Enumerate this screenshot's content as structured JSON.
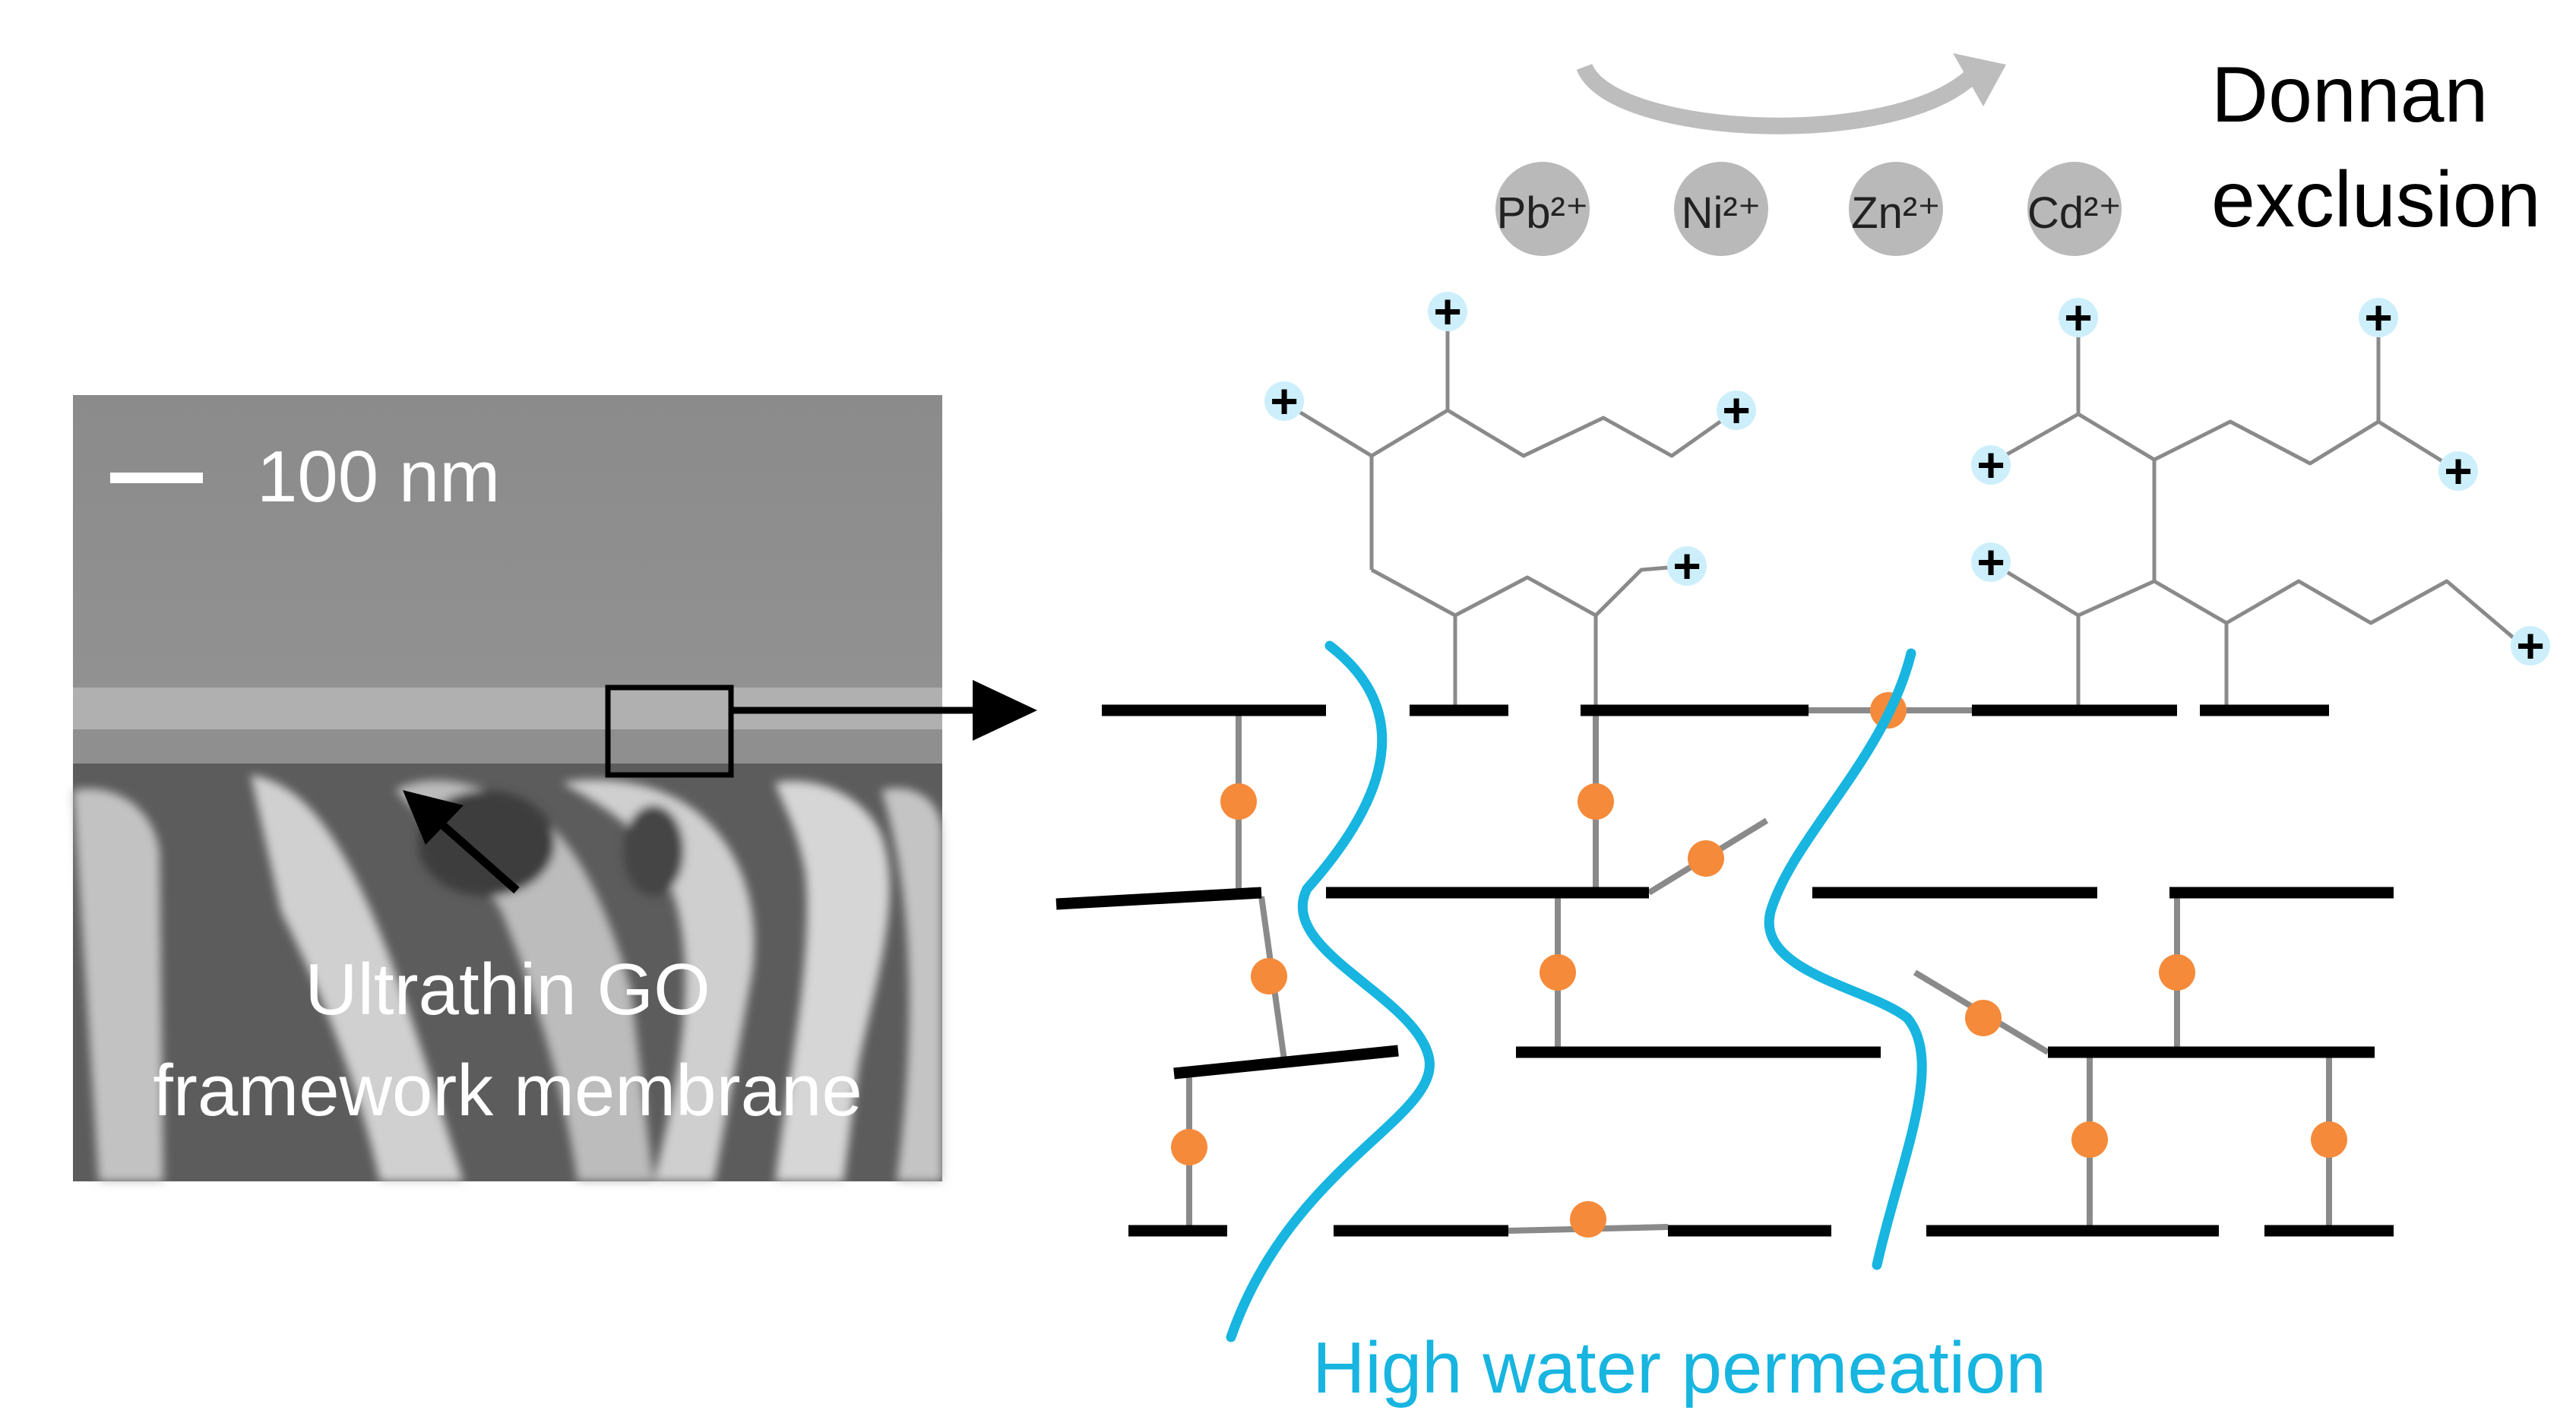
{
  "sem": {
    "scale_bar_label": "100 nm",
    "caption_line1": "Ultrathin GO",
    "caption_line2": "framework membrane"
  },
  "ions": [
    "Pb²⁺",
    "Ni²⁺",
    "Zn²⁺",
    "Cd²⁺"
  ],
  "exclusion": {
    "line1": "Donnan",
    "line2": "exclusion"
  },
  "water_label": "High water permeation",
  "charge_symbol": "+",
  "colors": {
    "water_channel": "#17b5e0",
    "crosslinker": "#f58a3a",
    "sheet": "#000000",
    "polymer_chain": "#8a8a8a",
    "ion": "#b9b9b9"
  }
}
